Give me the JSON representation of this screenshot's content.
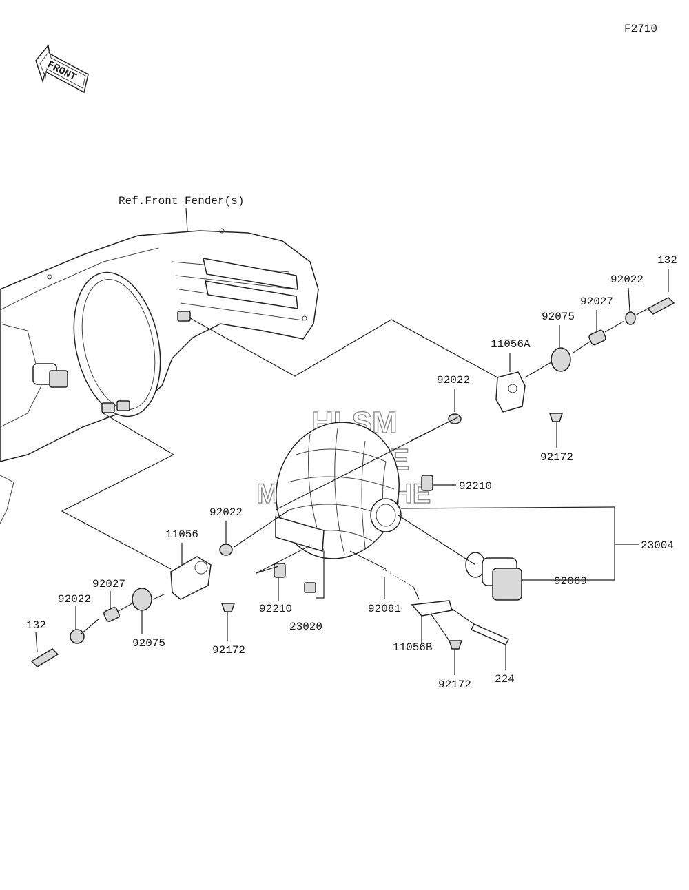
{
  "figure_code": "F2710",
  "front_arrow_text": "FRONT",
  "reference_label": "Ref.Front Fender(s)",
  "watermark": [
    "HLSM",
    "ONLINE",
    "MICROFICHE"
  ],
  "part_labels": {
    "p132_right": "132",
    "p92022_right_top": "92022",
    "p92027_right": "92027",
    "p92075_right": "92075",
    "p11056A": "11056A",
    "p92022_right_mid": "92022",
    "p92172_right": "92172",
    "p92210_right": "92210",
    "p23004": "23004",
    "p92069": "92069",
    "p92022_left_mid": "92022",
    "p11056": "11056",
    "p92027_left": "92027",
    "p92022_left": "92022",
    "p132_left": "132",
    "p92075_left": "92075",
    "p92172_left": "92172",
    "p92210_left": "92210",
    "p23020": "23020",
    "p92081": "92081",
    "p11056B": "11056B",
    "p92172_bottom": "92172",
    "p224": "224"
  }
}
